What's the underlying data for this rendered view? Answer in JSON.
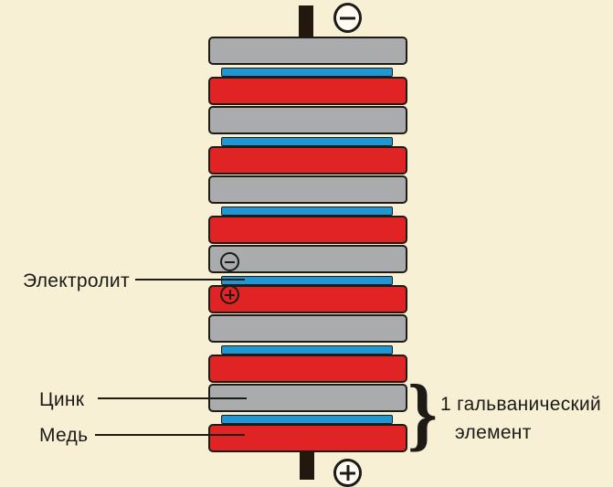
{
  "colors": {
    "background": "#f7f0d5",
    "copper_red": "#e02423",
    "zinc_gray": "#a9abac",
    "electrolyte_blue": "#1f97d5",
    "outline": "#1e1a16",
    "terminal_black": "#22180e",
    "text": "#1c1a17"
  },
  "terminals": {
    "top": {
      "polarity": "negative",
      "symbol": "−"
    },
    "bottom": {
      "polarity": "positive",
      "symbol": "+"
    }
  },
  "electrode_markers": {
    "negative": {
      "symbol": "−",
      "on": "zinc"
    },
    "positive": {
      "symbol": "+",
      "on": "copper"
    }
  },
  "callouts": {
    "electrolyte": {
      "label": "Электролит"
    },
    "zinc": {
      "label": "Цинк"
    },
    "copper": {
      "label": "Медь"
    },
    "cell_group": {
      "brace": "}",
      "line1": "1 гальванический",
      "line2": "элемент"
    }
  },
  "stack": {
    "cells": 6,
    "cell_layer_order": [
      "zinc",
      "electrolyte",
      "copper"
    ],
    "layers": [
      "zinc",
      "electrolyte",
      "copper",
      "zinc",
      "electrolyte",
      "copper",
      "zinc",
      "electrolyte",
      "copper",
      "zinc",
      "electrolyte",
      "copper",
      "zinc",
      "electrolyte",
      "copper",
      "zinc",
      "electrolyte",
      "copper"
    ]
  }
}
